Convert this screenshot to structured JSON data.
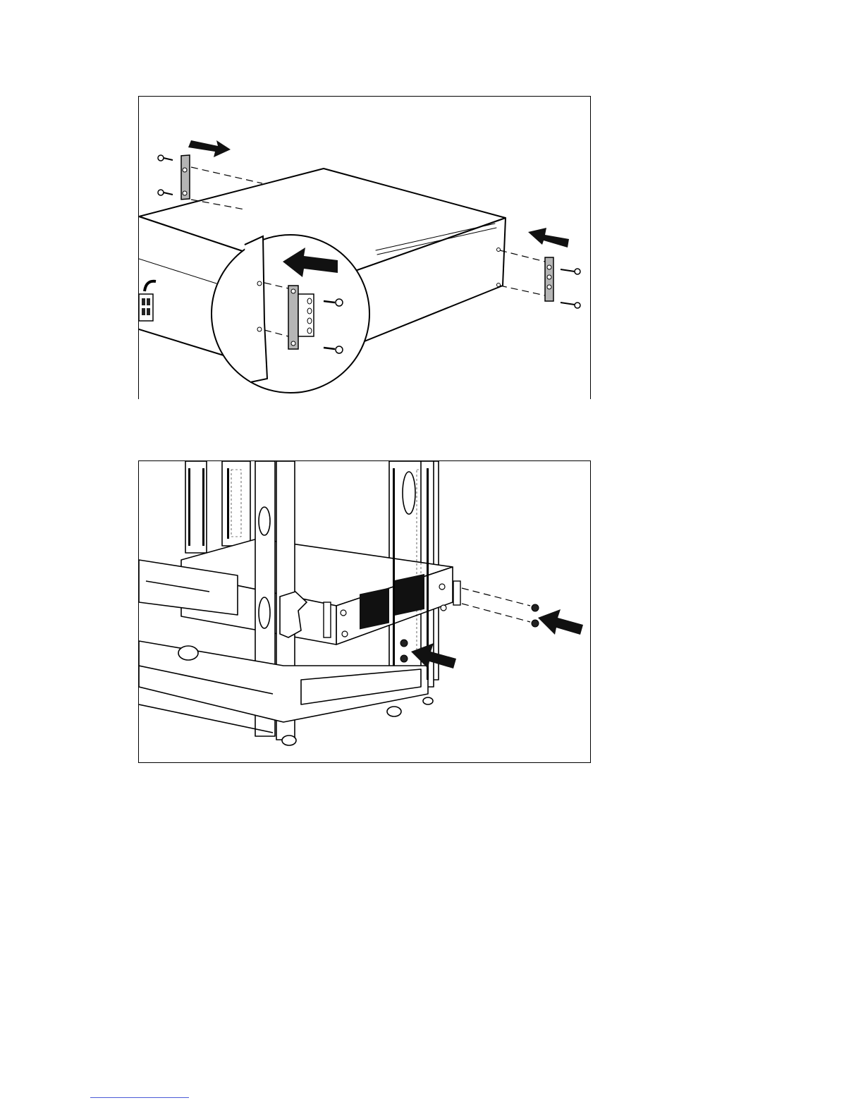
{
  "page": {
    "figures": [
      {
        "kind": "illustration",
        "subject": "attaching-mounting-brackets-to-ups"
      },
      {
        "kind": "illustration",
        "subject": "securing-ups-in-rack"
      }
    ]
  },
  "colors": {
    "line": "#000000",
    "bracket_fill": "#b5b5b5",
    "footer_link_rule": "#4a5ad6"
  }
}
